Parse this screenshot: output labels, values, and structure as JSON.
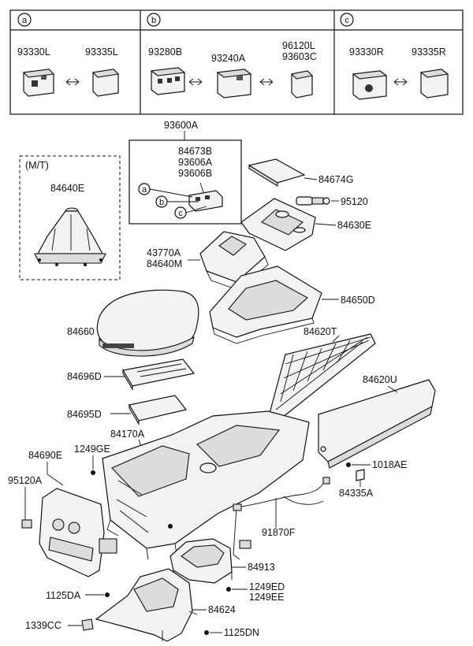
{
  "panels": [
    {
      "circle": "a",
      "parts": [
        "93330L",
        "93335L"
      ]
    },
    {
      "circle": "b",
      "parts": [
        "93280B",
        "93240A",
        "96120L",
        "93603C"
      ]
    },
    {
      "circle": "c",
      "parts": [
        "93330R",
        "93335R"
      ]
    }
  ],
  "mt_box": {
    "title": "(M/T)",
    "part": "84640E"
  },
  "switch_box": {
    "title": "93600A",
    "parts": [
      "84673B",
      "93606A",
      "93606B"
    ],
    "callouts": [
      "a",
      "b",
      "c"
    ]
  },
  "labels": {
    "l84674G": "84674G",
    "l95120": "95120",
    "l84630E": "84630E",
    "l43770A": "43770A",
    "l84640M": "84640M",
    "l84650D": "84650D",
    "l84660": "84660",
    "l84620T": "84620T",
    "l84696D": "84696D",
    "l84620U": "84620U",
    "l84695D": "84695D",
    "l84170A": "84170A",
    "l84690E": "84690E",
    "l1249GE": "1249GE",
    "l1018AE": "1018AE",
    "l95120A": "95120A",
    "l84335A": "84335A",
    "l91870F": "91870F",
    "l84913": "84913",
    "l1249ED": "1249ED",
    "l1249EE": "1249EE",
    "l1125DA": "1125DA",
    "l84624": "84624",
    "l1339CC": "1339CC",
    "l1125DN": "1125DN"
  }
}
